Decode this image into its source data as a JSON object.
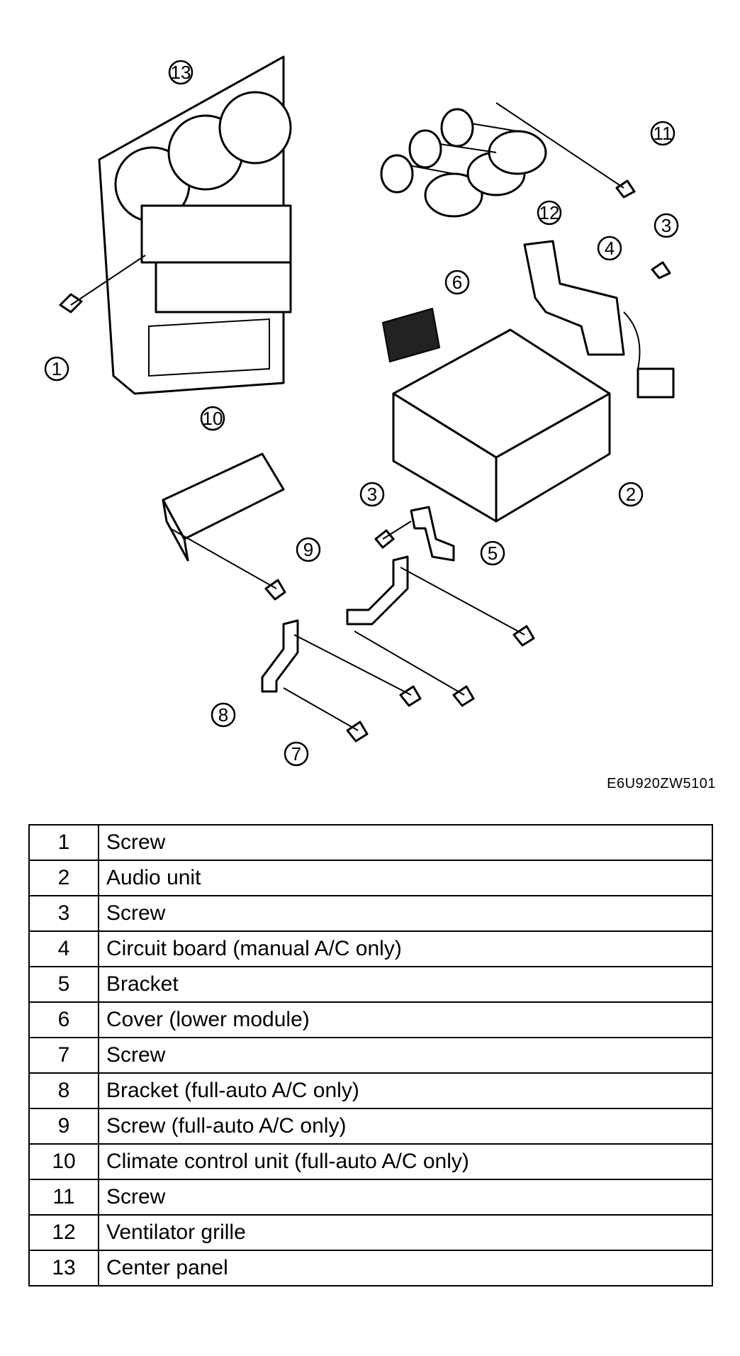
{
  "figure_code": "E6U920ZW5101",
  "callouts": [
    "1",
    "2",
    "3",
    "3",
    "4",
    "5",
    "6",
    "7",
    "8",
    "9",
    "10",
    "11",
    "12",
    "13"
  ],
  "parts": [
    {
      "num": "1",
      "name": "Screw"
    },
    {
      "num": "2",
      "name": "Audio unit"
    },
    {
      "num": "3",
      "name": "Screw"
    },
    {
      "num": "4",
      "name": "Circuit board (manual A/C only)"
    },
    {
      "num": "5",
      "name": "Bracket"
    },
    {
      "num": "6",
      "name": "Cover (lower module)"
    },
    {
      "num": "7",
      "name": "Screw"
    },
    {
      "num": "8",
      "name": "Bracket (full-auto A/C only)"
    },
    {
      "num": "9",
      "name": "Screw (full-auto A/C only)"
    },
    {
      "num": "10",
      "name": "Climate control unit (full-auto A/C only)"
    },
    {
      "num": "11",
      "name": "Screw"
    },
    {
      "num": "12",
      "name": "Ventilator grille"
    },
    {
      "num": "13",
      "name": "Center panel"
    }
  ]
}
